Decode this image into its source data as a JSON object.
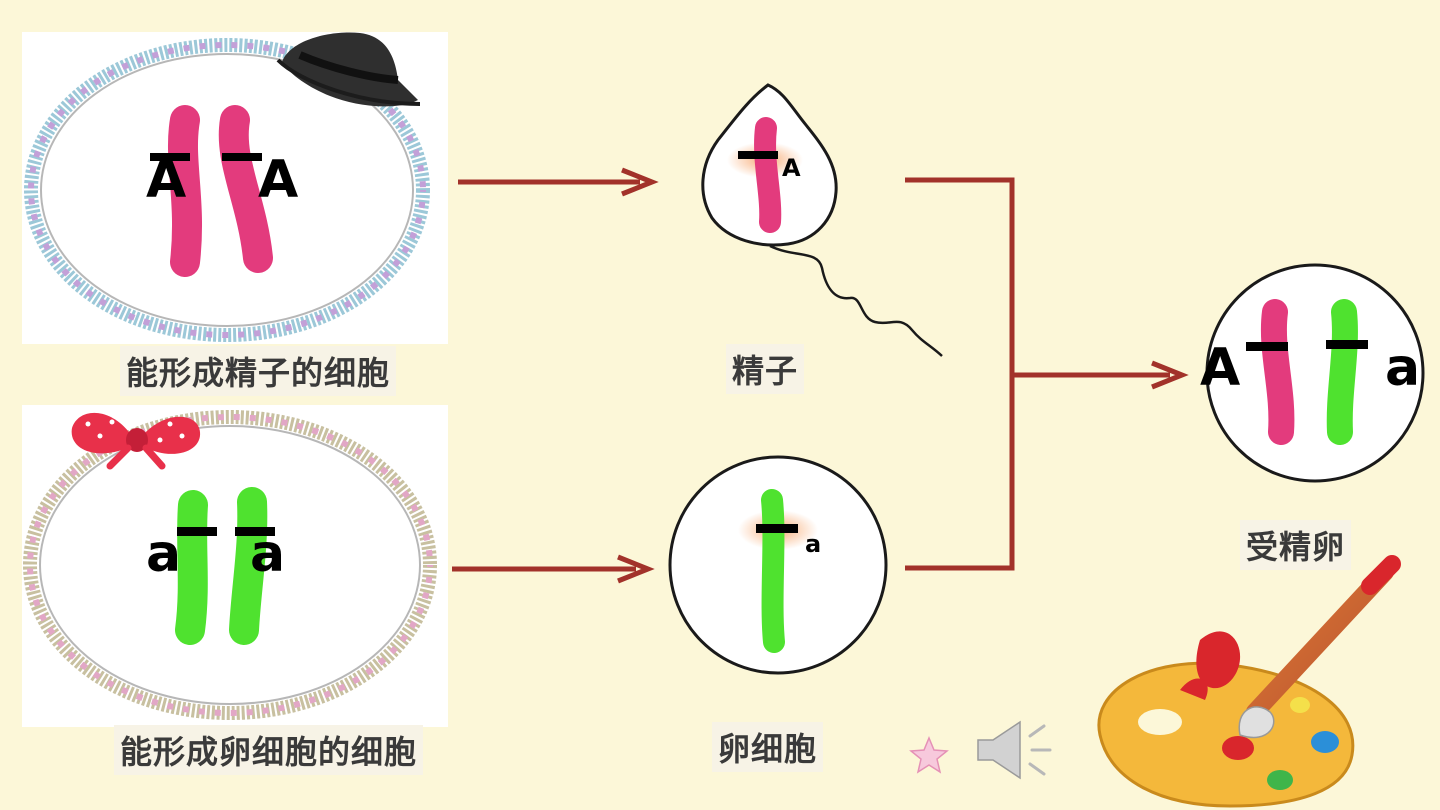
{
  "labels": {
    "sperm_parent_cell": "能形成精子的细胞",
    "egg_parent_cell": "能形成卵细胞的细胞",
    "sperm": "精子",
    "egg": "卵细胞",
    "zygote": "受精卵"
  },
  "alleles": {
    "sperm_parent_left": "A",
    "sperm_parent_right": "A",
    "egg_parent_left": "a",
    "egg_parent_right": "a",
    "sperm": "A",
    "egg": "a",
    "zygote_left": "A",
    "zygote_right": "a"
  },
  "colors": {
    "background": "#fcf7d8",
    "paternal_chromosome": "#e33b7d",
    "maternal_chromosome": "#4fe22f",
    "arrow": "#a2322a",
    "gene_marker": "#000000"
  },
  "icons": [
    "hat-icon",
    "bow-icon",
    "star-icon",
    "speaker-icon",
    "palette-icon"
  ]
}
